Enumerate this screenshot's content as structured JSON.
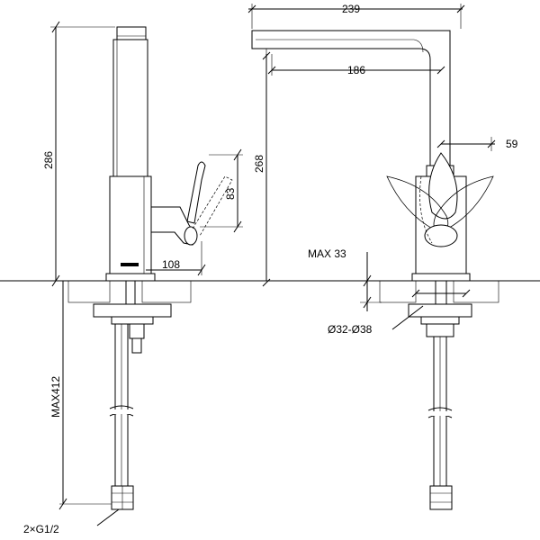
{
  "dimensions": {
    "total_height": "286",
    "spout_reach": "239",
    "spout_inner": "186",
    "spout_height": "268",
    "handle_height": "83",
    "handle_reach": "108",
    "handle_swing": "59",
    "max_counter": "MAX 33",
    "hole_diameter": "Ø32-Ø38",
    "hose_length": "MAX412",
    "connection": "2×G1/2"
  },
  "colors": {
    "line": "#000000",
    "hatch": "#555555",
    "background": "#ffffff"
  }
}
